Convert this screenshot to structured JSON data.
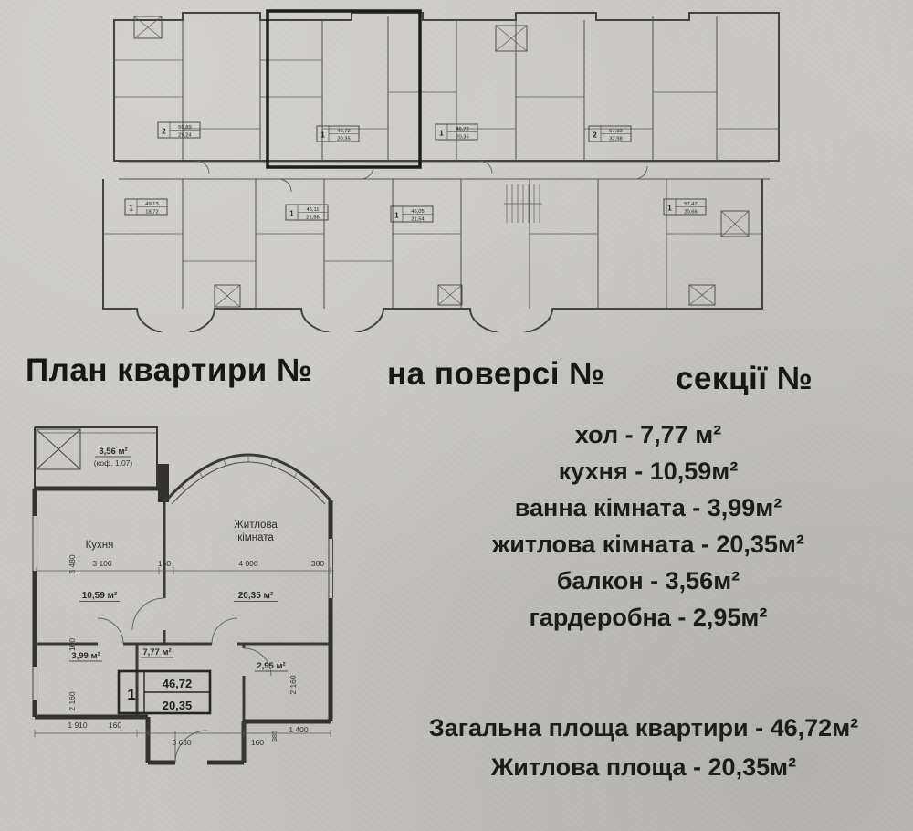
{
  "page": {
    "bg": "#c8c6c2"
  },
  "headings": {
    "plan": "План квартири №",
    "floor": "на поверсі №",
    "section": "секції №"
  },
  "building_plan": {
    "stamps": [
      {
        "num": "2",
        "total": "59,89",
        "living": "29,24"
      },
      {
        "num": "1",
        "total": "46,72",
        "living": "20,35"
      },
      {
        "num": "1",
        "total": "46,72",
        "living": "20,35"
      },
      {
        "num": "2",
        "total": "67,93",
        "living": "32,98"
      },
      {
        "num": "1",
        "total": "49,13",
        "living": "18,72"
      },
      {
        "num": "1",
        "total": "46,11",
        "living": "21,58"
      },
      {
        "num": "1",
        "total": "46,05",
        "living": "21,54"
      },
      {
        "num": "1",
        "total": "57,47",
        "living": "20,66"
      }
    ]
  },
  "apartment_plan": {
    "balcony": {
      "area": "3,56 м²",
      "note": "(коф. 1,07)"
    },
    "kitchen": {
      "name": "Кухня",
      "area": "10,59 м²"
    },
    "living": {
      "name1": "Житлова",
      "name2": "кімната",
      "area": "20,35 м²"
    },
    "bath": {
      "area": "3,99 м²"
    },
    "hall": {
      "area": "7,77 м²"
    },
    "wardrobe": {
      "area": "2,95 м²"
    },
    "stamp": {
      "num": "1",
      "total": "46,72",
      "living_area": "20,35"
    },
    "dims": {
      "top": [
        "3 100",
        "160",
        "4 000",
        "380"
      ],
      "bottom": [
        "1 910",
        "160",
        "3 630",
        "160",
        "1 400"
      ],
      "left": [
        "3 480",
        "160",
        "2 160"
      ],
      "right": [
        "2 160",
        "385"
      ]
    }
  },
  "room_list": [
    "хол - 7,77 м²",
    "кухня - 10,59м²",
    "ванна кімната - 3,99м²",
    "житлова кімната - 20,35м²",
    "балкон - 3,56м²",
    "гардеробна - 2,95м²"
  ],
  "totals": [
    "Загальна площа квартири - 46,72м²",
    "Житлова площа - 20,35м²"
  ]
}
